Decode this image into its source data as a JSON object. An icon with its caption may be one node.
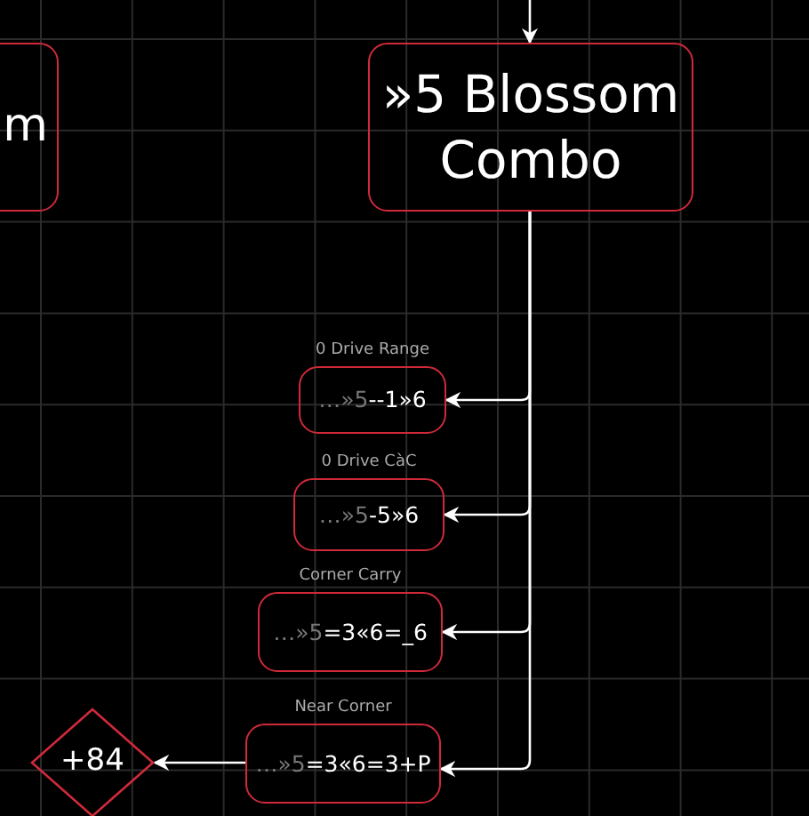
{
  "diagram": {
    "nodes": [
      {
        "text": [
          "m"
        ]
      },
      {
        "text": [
          "»5 Blossom Combo"
        ]
      },
      {
        "text": [
          "…»5",
          "--1»6"
        ],
        "beside": [
          "0 Drive Range"
        ]
      },
      {
        "text": [
          "…»5",
          "-5»6"
        ],
        "beside": [
          "0 Drive CàC"
        ]
      },
      {
        "text": [
          "…»5",
          "=3«6=_6"
        ],
        "beside": [
          "Corner Carry"
        ]
      },
      {
        "text": [
          "…»5",
          "=3«6=3+P"
        ],
        "beside": [
          "Near Corner"
        ]
      },
      {
        "text": [
          "+84"
        ]
      }
    ],
    "edges": [
      {
        "from": null,
        "to": 1,
        "arrow": "to"
      },
      {
        "from": 1,
        "to": 2,
        "arrow": "to"
      },
      {
        "from": 1,
        "to": 3,
        "arrow": "to"
      },
      {
        "from": 1,
        "to": 4,
        "arrow": "to"
      },
      {
        "from": 1,
        "to": 5,
        "arrow": "to"
      },
      {
        "from": 5,
        "to": 6,
        "arrow": "to"
      }
    ]
  }
}
